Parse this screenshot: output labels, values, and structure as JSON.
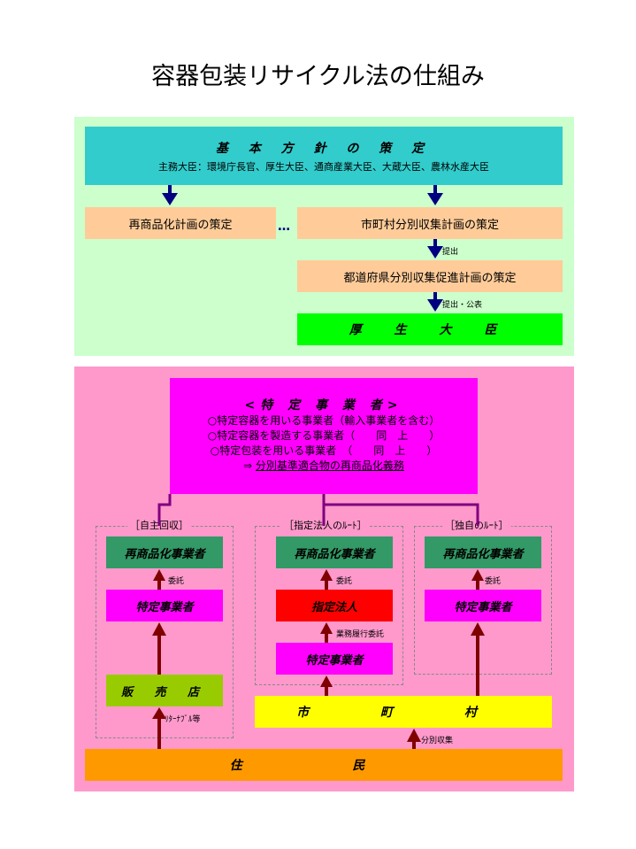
{
  "title": "容器包装リサイクル法の仕組み",
  "top": {
    "basic_title": "基 本 方 針 の 策 定",
    "basic_sub": "主務大臣：環境庁長官、厚生大臣、通商産業大臣、大蔵大臣、農林水産大臣",
    "plan_recommercialize": "再商品化計画の策定",
    "plan_municipal": "市町村分別収集計画の策定",
    "plan_prefecture": "都道府県分別収集促進計画の策定",
    "submit": "提出",
    "submit_publish": "提出・公表",
    "minister": "厚 生 大 臣"
  },
  "business": {
    "header": "<特 定 事 業 者>",
    "line1": "○特定容器を用いる事業者（輸入事業者を含む）",
    "line2": "○特定容器を製造する事業者（　　同　上　　）",
    "line3": "○特定包装を用いる事業者　（　　同　上　　）",
    "line4_prefix": "⇒ ",
    "line4_duty": "分別基準適合物の再商品化義務"
  },
  "routes": {
    "self": {
      "label": "［自主回収］",
      "recycler": "再商品化事業者",
      "entrust": "委託",
      "specific": "特定事業者",
      "store": "販 売 店",
      "returnable": "ﾘﾀｰﾅﾌﾞﾙ等"
    },
    "designated": {
      "label": "［指定法人のﾙｰﾄ］",
      "recycler": "再商品化事業者",
      "entrust": "委託",
      "corp": "指定法人",
      "business_entrust": "業務履行委託",
      "specific": "特定事業者"
    },
    "own": {
      "label": "［独自のﾙｰﾄ］",
      "recycler": "再商品化事業者",
      "entrust": "委託",
      "specific": "特定事業者"
    }
  },
  "municipality": "市 町 村",
  "separate_collection": "分別収集",
  "residents": "住 民",
  "colors": {
    "panel_top": "#ccffcc",
    "panel_bottom": "#ff99cc",
    "basic_box": "#33cccc",
    "plan_box": "#ffcc99",
    "minister_box": "#00ff00",
    "business_box": "#ff00ff",
    "recycler_box": "#339966",
    "corp_box": "#ff0000",
    "store_box": "#99cc00",
    "municipality_box": "#ffff00",
    "residents_box": "#ff9900",
    "arrow_top": "#000080",
    "arrow_bottom": "#800000"
  }
}
